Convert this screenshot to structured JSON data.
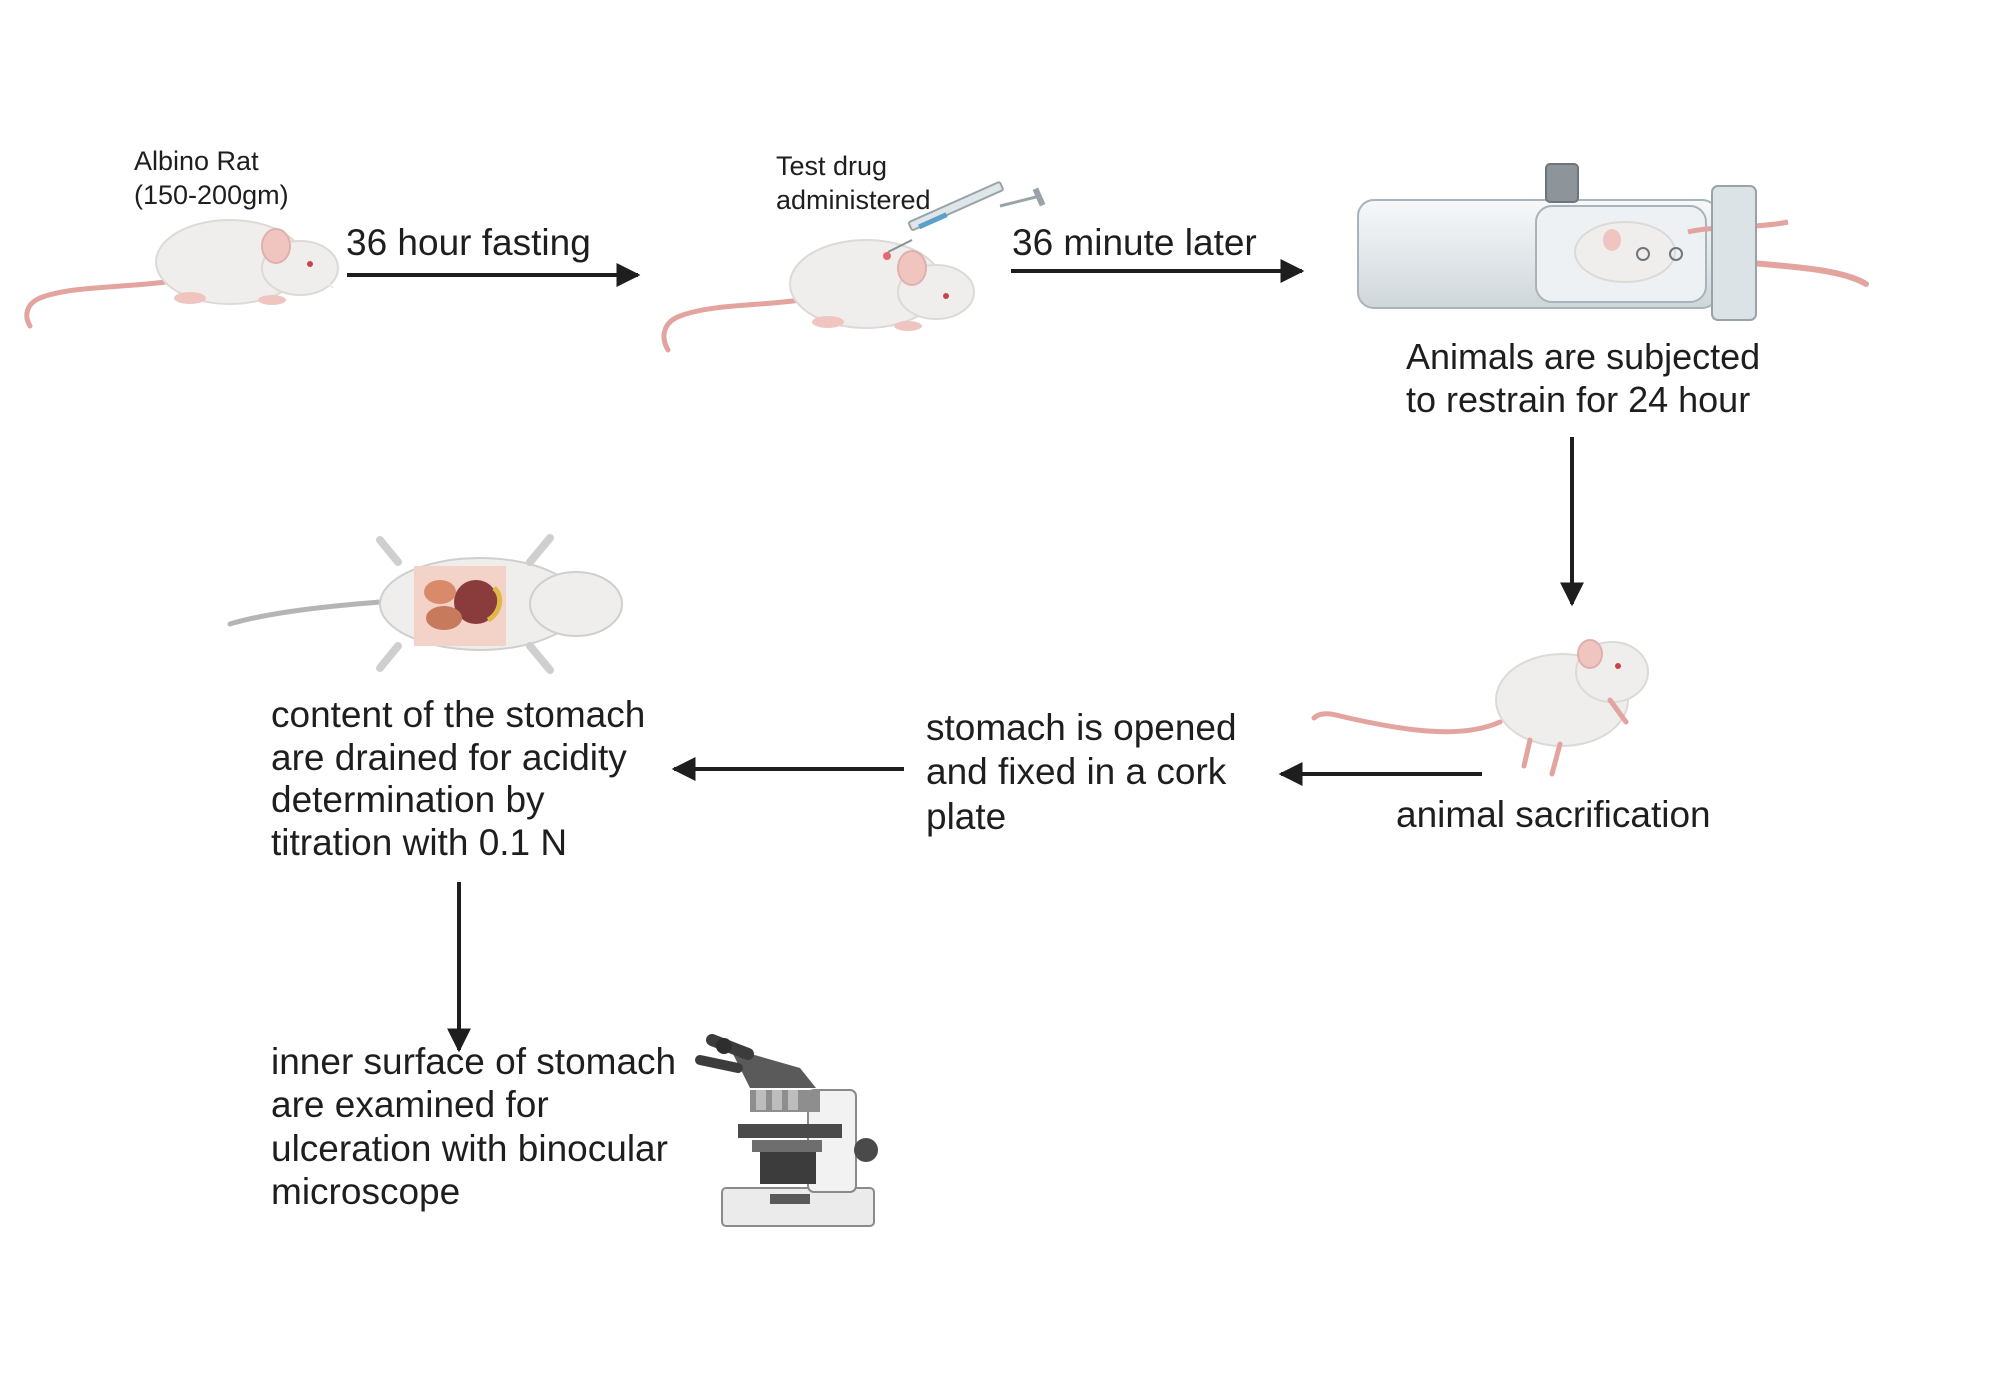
{
  "steps": {
    "rat": {
      "line1": "Albino Rat",
      "line2": "(150-200gm)"
    },
    "fasting": "36 hour fasting",
    "drug": {
      "line1": "Test drug",
      "line2": "administered"
    },
    "later": "36 minute later",
    "restrain": {
      "line1": "Animals are subjected",
      "line2": "to restrain for 24 hour"
    },
    "sacrifice": "animal sacrification",
    "opened": {
      "line1": "stomach is opened",
      "line2": "and fixed in a cork",
      "line3": "plate"
    },
    "drained": {
      "line1": "content of the stomach",
      "line2": "are drained for acidity",
      "line3": "determination by",
      "line4": "titration with 0.1 N"
    },
    "examined": {
      "line1": "inner surface of stomach",
      "line2": "are examined for",
      "line3": "ulceration with binocular",
      "line4": "microscope"
    }
  },
  "icons": [
    "rat-icon",
    "syringe-icon",
    "restrainer-tube-icon",
    "dissected-rat-icon",
    "microscope-icon"
  ],
  "colors": {
    "arrow": "#1e1e1e",
    "rat_body": "#efeeec",
    "rat_tail": "#e3a49f",
    "rat_ear": "#f0c5c0",
    "restrainer": "#e6ebee"
  }
}
